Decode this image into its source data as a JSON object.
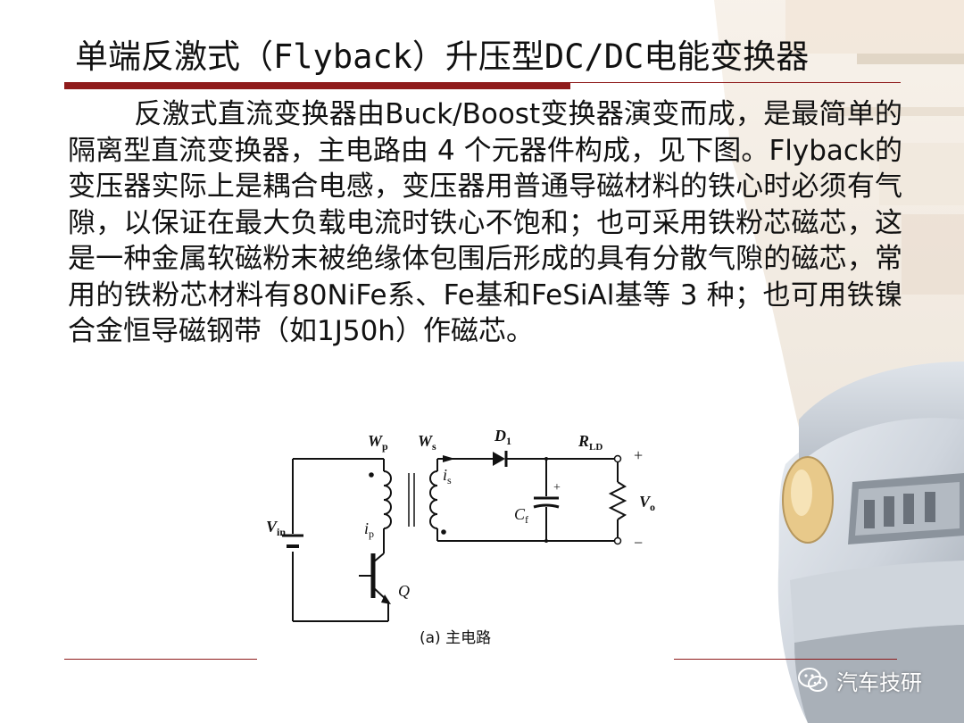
{
  "slide": {
    "title": "单端反激式（Flyback）升压型DC/DC电能变换器",
    "paragraph": "反激式直流变换器由Buck/Boost变换器演变而成，是最简单的隔离型直流变换器，主电路由 4 个元器件构成，见下图。Flyback的变压器实际上是耦合电感，变压器用普通导磁材料的铁心时必须有气隙，以保证在最大负载电流时铁心不饱和；也可采用铁粉芯磁芯，这是一种金属软磁粉末被绝缘体包围后形成的具有分散气隙的磁芯，常用的铁粉芯材料有80NiFe系、Fe基和FeSiAl基等 3 种；也可用铁镍合金恒导磁钢带（如1J50h）作磁芯。"
  },
  "circuit": {
    "label_vin": "V",
    "label_vin_sub": "in",
    "label_wp": "W",
    "label_wp_sub": "p",
    "label_ws": "W",
    "label_ws_sub": "s",
    "label_d1": "D",
    "label_d1_sub": "1",
    "label_rld": "R",
    "label_rld_sub": "LD",
    "label_is": "i",
    "label_is_sub": "s",
    "label_ip": "i",
    "label_ip_sub": "p",
    "label_cf": "C",
    "label_cf_sub": "f",
    "label_cf_plus": "+",
    "label_vo": "V",
    "label_vo_sub": "o",
    "label_q": "Q",
    "label_plus": "+",
    "label_minus": "−",
    "caption": "(a)  主电路"
  },
  "watermark": {
    "icon": "wechat-icon",
    "text": "汽车技研"
  },
  "colors": {
    "accent_rule": "#8f1b1b",
    "text": "#111111"
  }
}
